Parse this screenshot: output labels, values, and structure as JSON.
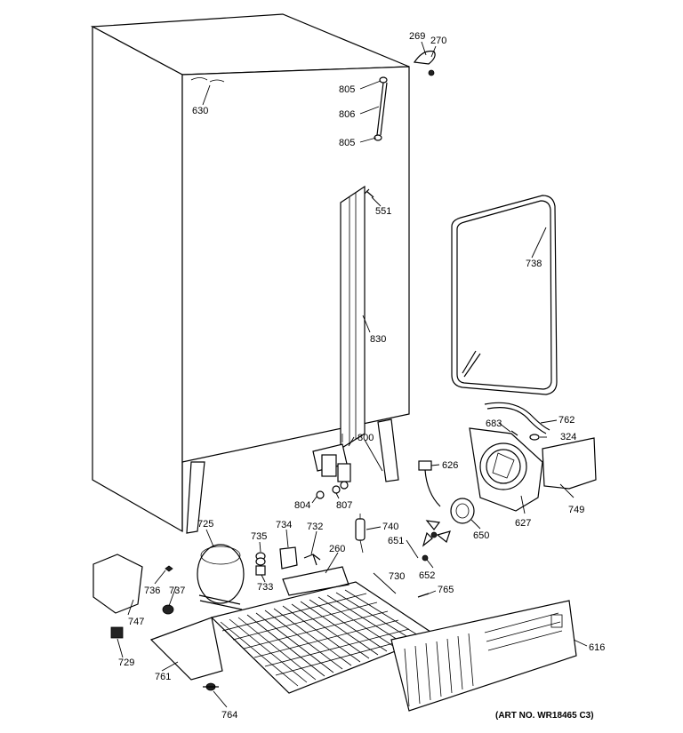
{
  "parts": {
    "p269": "269",
    "p270": "270",
    "p805a": "805",
    "p806": "806",
    "p805b": "805",
    "p630": "630",
    "p551": "551",
    "p738": "738",
    "p830": "830",
    "p762": "762",
    "p683": "683",
    "p324": "324",
    "p800": "800",
    "p626": "626",
    "p804": "804",
    "p807": "807",
    "p749": "749",
    "p627": "627",
    "p725": "725",
    "p735": "735",
    "p734": "734",
    "p732": "732",
    "p740": "740",
    "p651": "651",
    "p650": "650",
    "p260": "260",
    "p733": "733",
    "p652": "652",
    "p736": "736",
    "p737": "737",
    "p730": "730",
    "p765": "765",
    "p747": "747",
    "p616": "616",
    "p729": "729",
    "p761": "761",
    "p764": "764"
  },
  "art_number": "(ART NO. WR18465 C3)"
}
